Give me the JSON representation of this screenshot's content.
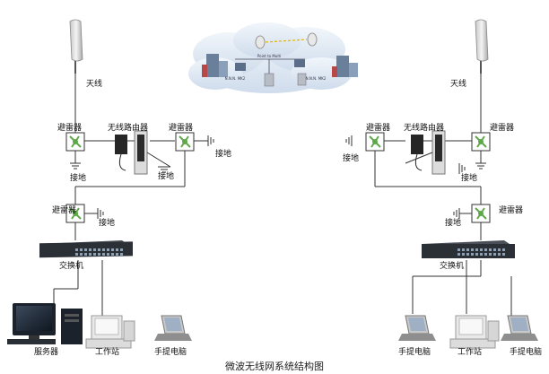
{
  "labels": {
    "antenna": "天线",
    "arrester": "避雷器",
    "wireless_router": "无线路由器",
    "ground": "接地",
    "switch": "交换机",
    "server": "服务器",
    "workstation": "工作站",
    "laptop": "手提电脑"
  },
  "cloud": {
    "link_left": "N.N.N. MK2",
    "link_right": "N.N.N. MK2",
    "center": "Point to Multi"
  },
  "caption": "微波无线网系统结构图",
  "colors": {
    "line": "#333333",
    "arrester_green": "#5fa84a",
    "cloud": "#dde8f4",
    "switch_body": "#2b2f36"
  }
}
